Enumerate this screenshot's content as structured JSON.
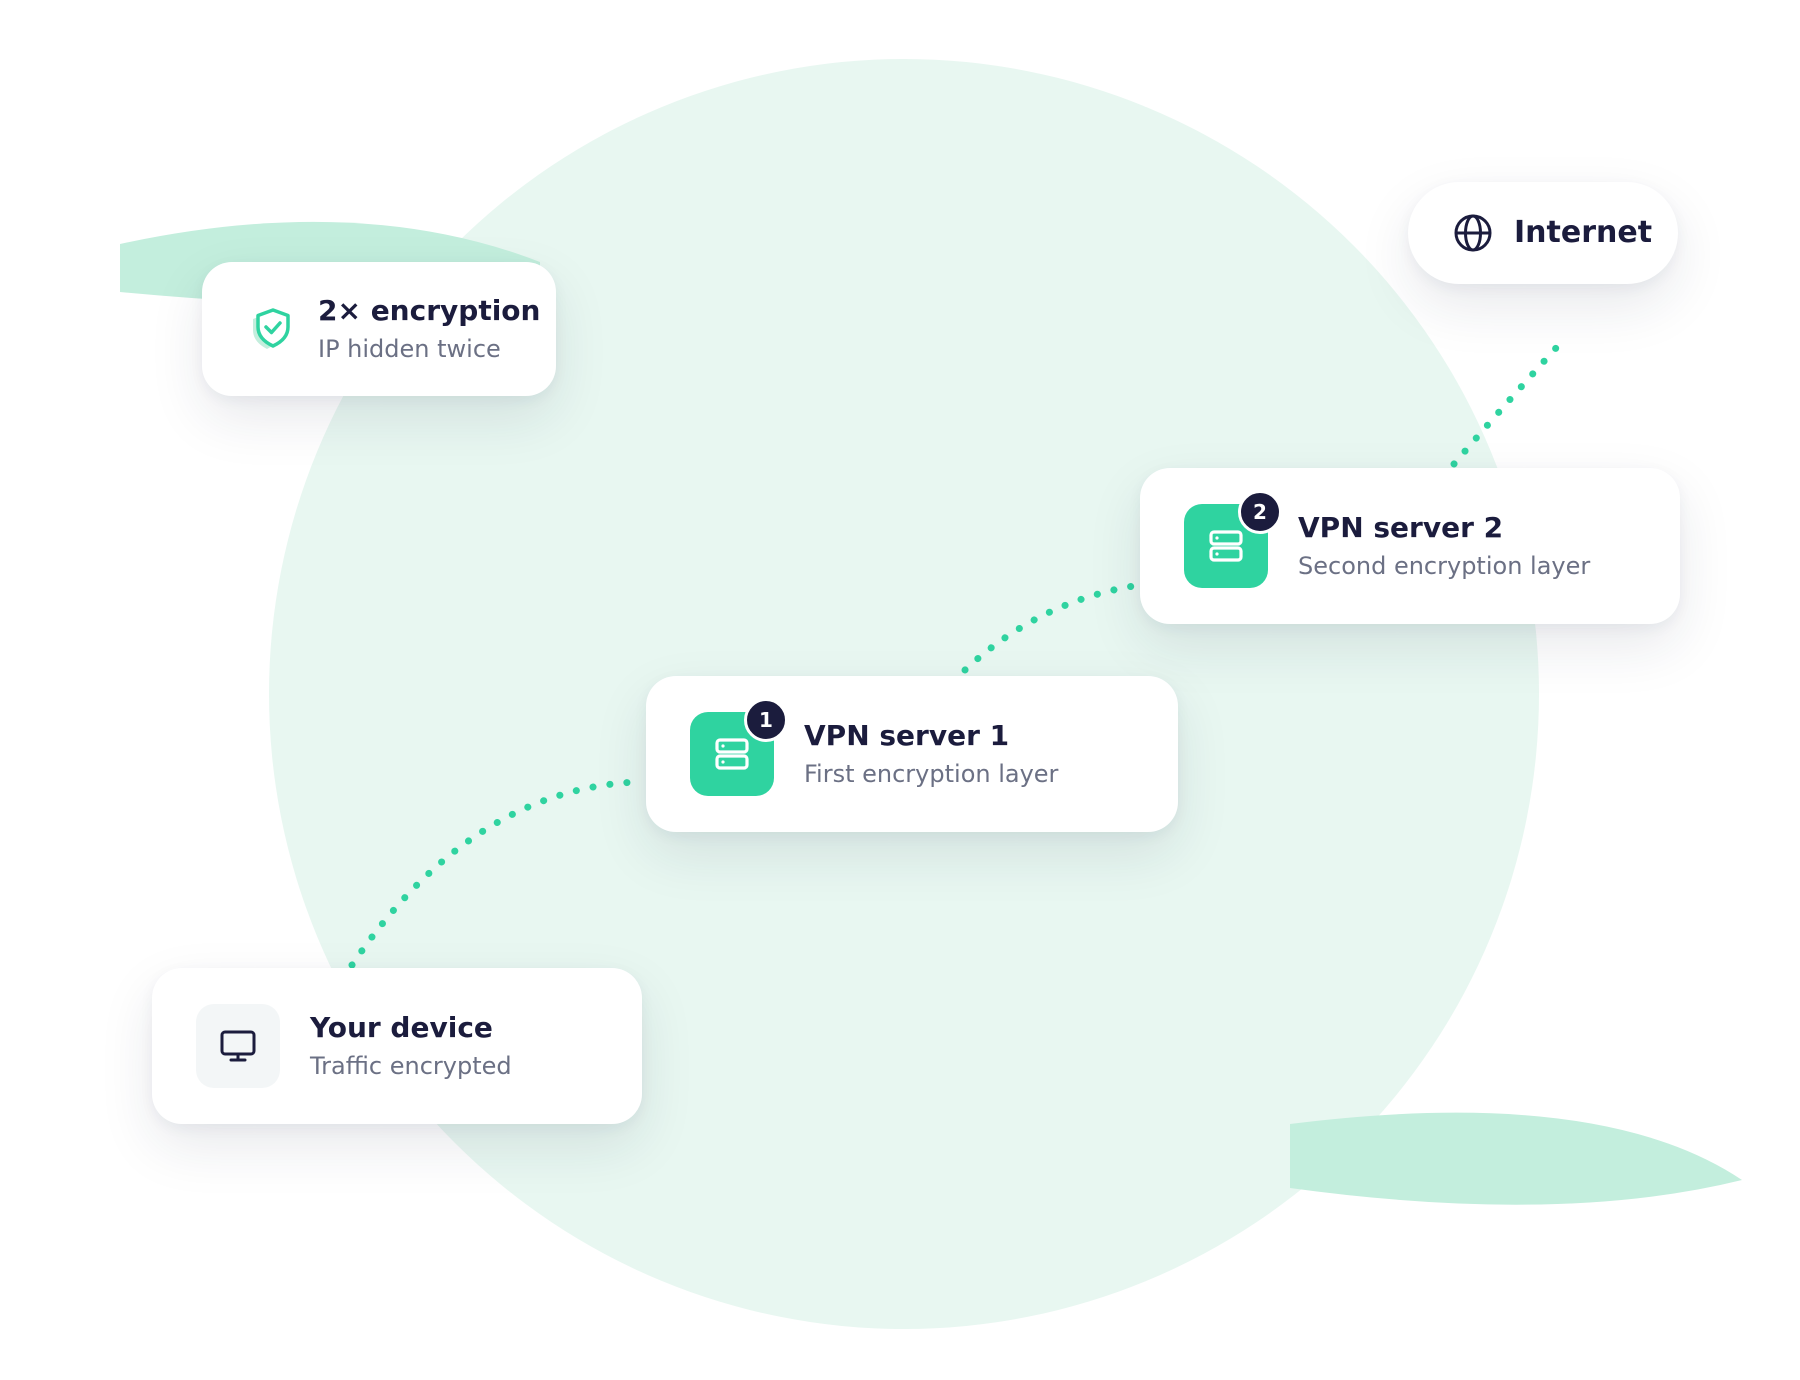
{
  "colors": {
    "accent": "#2fd3a0",
    "circle": "#e8f7f1",
    "leaf": "#c3eedd",
    "dark": "#1b1c3d",
    "muted": "#6b7084"
  },
  "encryption": {
    "icon": "shield-check-icon",
    "title": "2× encryption",
    "subtitle": "IP hidden twice"
  },
  "internet": {
    "icon": "globe-icon",
    "label": "Internet"
  },
  "server2": {
    "icon": "server-icon",
    "badge": "2",
    "title": "VPN server 2",
    "subtitle": "Second encryption layer"
  },
  "server1": {
    "icon": "server-icon",
    "badge": "1",
    "title": "VPN server 1",
    "subtitle": "First encryption layer"
  },
  "device": {
    "icon": "monitor-icon",
    "title": "Your device",
    "subtitle": "Traffic encrypted"
  }
}
